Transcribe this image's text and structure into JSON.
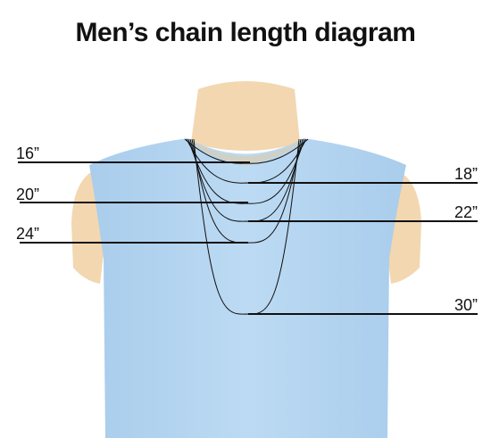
{
  "title": "Men’s chain length diagram",
  "colors": {
    "shirt": "#b8d7f1",
    "shirt_dark": "#a9cdec",
    "skin": "#f2d7b0",
    "skin_shade": "#e8c796",
    "line": "#111111"
  },
  "chains": [
    {
      "label": "16”",
      "side": "left"
    },
    {
      "label": "18”",
      "side": "right"
    },
    {
      "label": "20”",
      "side": "left"
    },
    {
      "label": "22”",
      "side": "right"
    },
    {
      "label": "24”",
      "side": "left"
    },
    {
      "label": "30”",
      "side": "right"
    }
  ]
}
